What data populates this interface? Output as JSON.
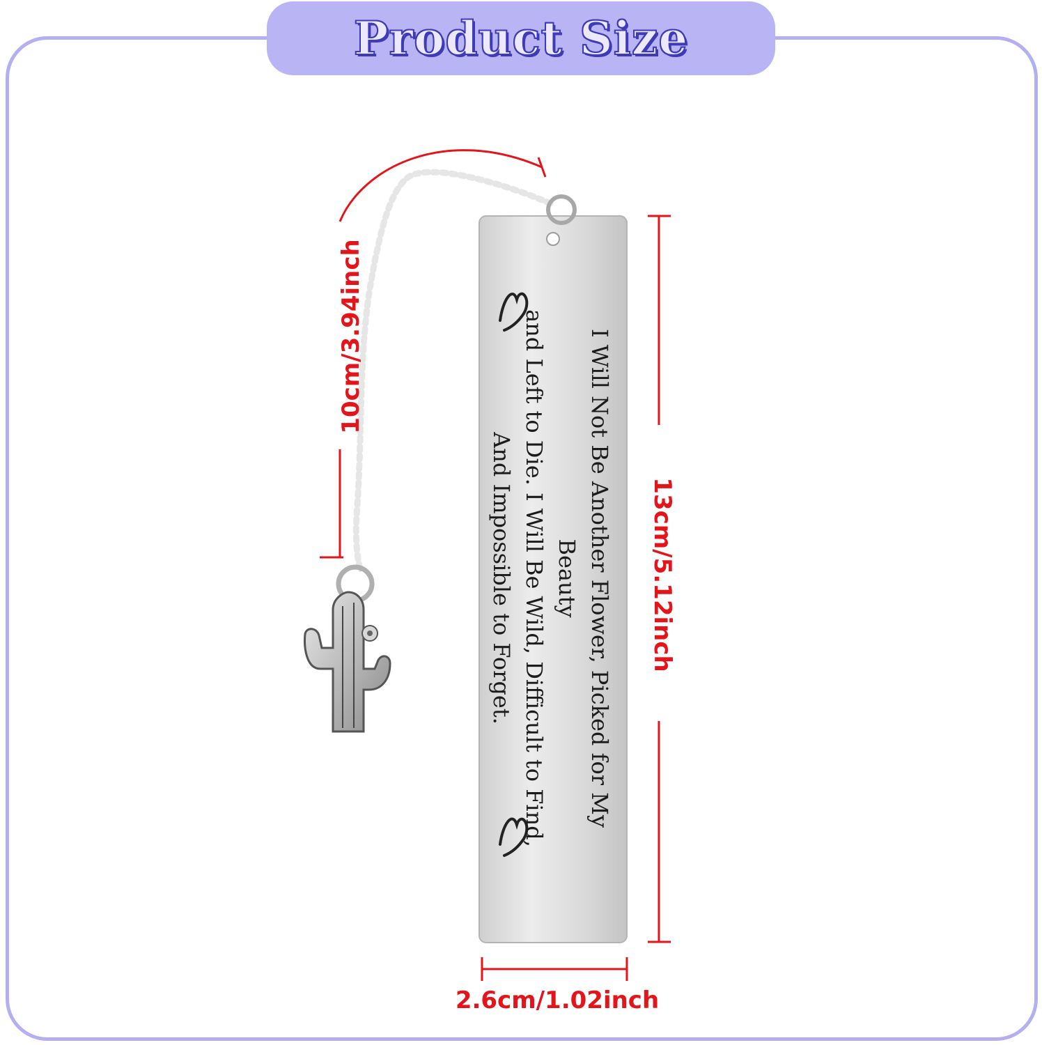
{
  "header": {
    "title": "Product Size"
  },
  "dimensions": {
    "chain_length": "10cm/3.94inch",
    "height": "13cm/5.12inch",
    "width": "2.6cm/1.02inch"
  },
  "bookmark": {
    "quote_lines": [
      "I Will Not Be Another Flower, Picked for My Beauty",
      "and Left to Die. I Will Be Wild, Difficult to Find,",
      "And Impossible to Forget."
    ],
    "charm": "cactus-charm"
  },
  "colors": {
    "frame": "#b3b0f1",
    "banner": "#b9b5f5",
    "banner_text": "#3f3bb8",
    "dimension": "#e3151a"
  }
}
